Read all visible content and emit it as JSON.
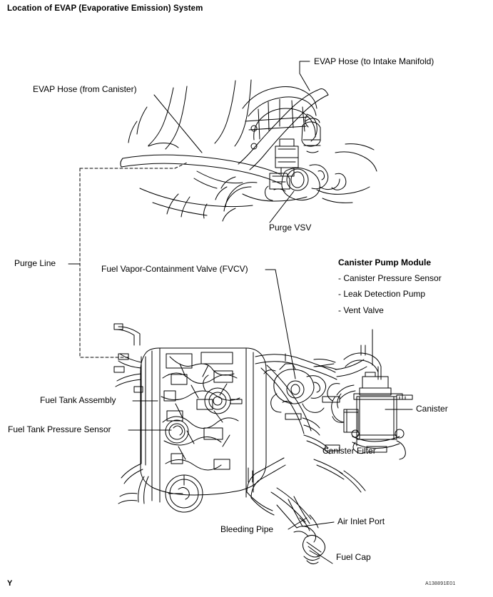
{
  "document": {
    "title": "Location of EVAP (Evaporative Emission) System",
    "sheet_mark": "Y",
    "figure_code": "A138891E01",
    "type": "technical-illustration"
  },
  "labels": {
    "evap_hose_from_canister": "EVAP Hose (from Canister)",
    "evap_hose_to_intake_manifold": "EVAP Hose (to Intake Manifold)",
    "purge_vsv": "Purge VSV",
    "purge_line": "Purge Line",
    "fvcv": "Fuel Vapor-Containment Valve (FVCV)",
    "fuel_tank_assembly": "Fuel Tank Assembly",
    "fuel_tank_pressure_sensor": "Fuel Tank Pressure Sensor",
    "canister": "Canister",
    "canister_filter": "Canister Filter",
    "bleeding_pipe": "Bleeding Pipe",
    "air_inlet_port": "Air Inlet Port",
    "fuel_cap": "Fuel Cap"
  },
  "canister_pump_module": {
    "heading": "Canister Pump Module",
    "items": [
      "- Canister Pressure Sensor",
      "- Leak Detection Pump",
      "- Vent Valve"
    ]
  },
  "colors": {
    "ink": "#000000",
    "paper": "#ffffff",
    "hatch": "#1a1a1a"
  }
}
